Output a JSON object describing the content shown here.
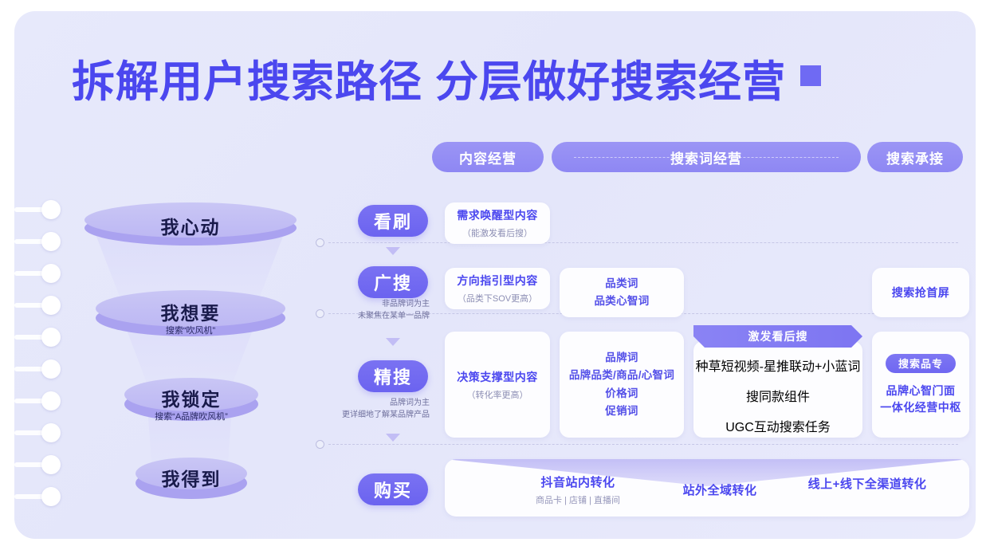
{
  "title": {
    "text": "拆解用户搜索路径  分层做好搜索经营",
    "accent_color": "#4b47ef",
    "square_color": "#6f6af3"
  },
  "column_headers": [
    {
      "label": "内容经营",
      "name": "content-operation"
    },
    {
      "label": "搜索词经营",
      "name": "search-keyword-operation"
    },
    {
      "label": "搜索承接",
      "name": "search-landing"
    }
  ],
  "funnel": {
    "stages": [
      {
        "label": "我心动",
        "sub": ""
      },
      {
        "label": "我想要",
        "sub": "搜索“吹风机”"
      },
      {
        "label": "我锁定",
        "sub": "搜索“A品牌吹风机”"
      },
      {
        "label": "我得到",
        "sub": ""
      }
    ]
  },
  "stages": [
    {
      "badge": "看刷",
      "note": ""
    },
    {
      "badge": "广搜",
      "note": "非品牌词为主\n未聚焦在某单一品牌"
    },
    {
      "badge": "精搜",
      "note": "品牌词为主\n更详细地了解某品牌产品"
    },
    {
      "badge": "购买",
      "note": ""
    }
  ],
  "stage_notes": {
    "guangsou_line1": "非品牌词为主",
    "guangsou_line2": "未聚焦在某单一品牌",
    "jingsou_line1": "品牌词为主",
    "jingsou_line2": "更详细地了解某品牌产品"
  },
  "content_cards": {
    "kanshua": {
      "title": "需求唤醒型内容",
      "sub": "（能激发看后搜）"
    },
    "guangsou": {
      "title": "方向指引型内容",
      "sub": "（品类下SOV更高）"
    },
    "jingsou": {
      "title": "决策支撑型内容",
      "sub": "（转化率更高）"
    }
  },
  "keyword_cards": {
    "guangsou": "品类词\n品类心智词",
    "guangsou_l1": "品类词",
    "guangsou_l2": "品类心智词",
    "jingsou_l1": "品牌词",
    "jingsou_l2": "品牌品类/商品/心智词",
    "jingsou_l3": "价格词",
    "jingsou_l4": "促销词"
  },
  "trigger_card": {
    "banner": "激发看后搜",
    "l1": "种草短视频-星推联动+小蓝词",
    "l2": "搜同款组件",
    "l3": "UGC互动搜索任务"
  },
  "landing_cards": {
    "guangsou": "搜索抢首屏",
    "jingsou_badge": "搜索品专",
    "jingsou_l1": "品牌心智门面",
    "jingsou_l2": "一体化经营中枢"
  },
  "conversion_bar": [
    {
      "title": "抖音站内转化",
      "sub": "商品卡 | 店铺 | 直播间"
    },
    {
      "title": "站外全域转化",
      "sub": ""
    },
    {
      "title": "线上+线下全渠道转化",
      "sub": ""
    }
  ]
}
